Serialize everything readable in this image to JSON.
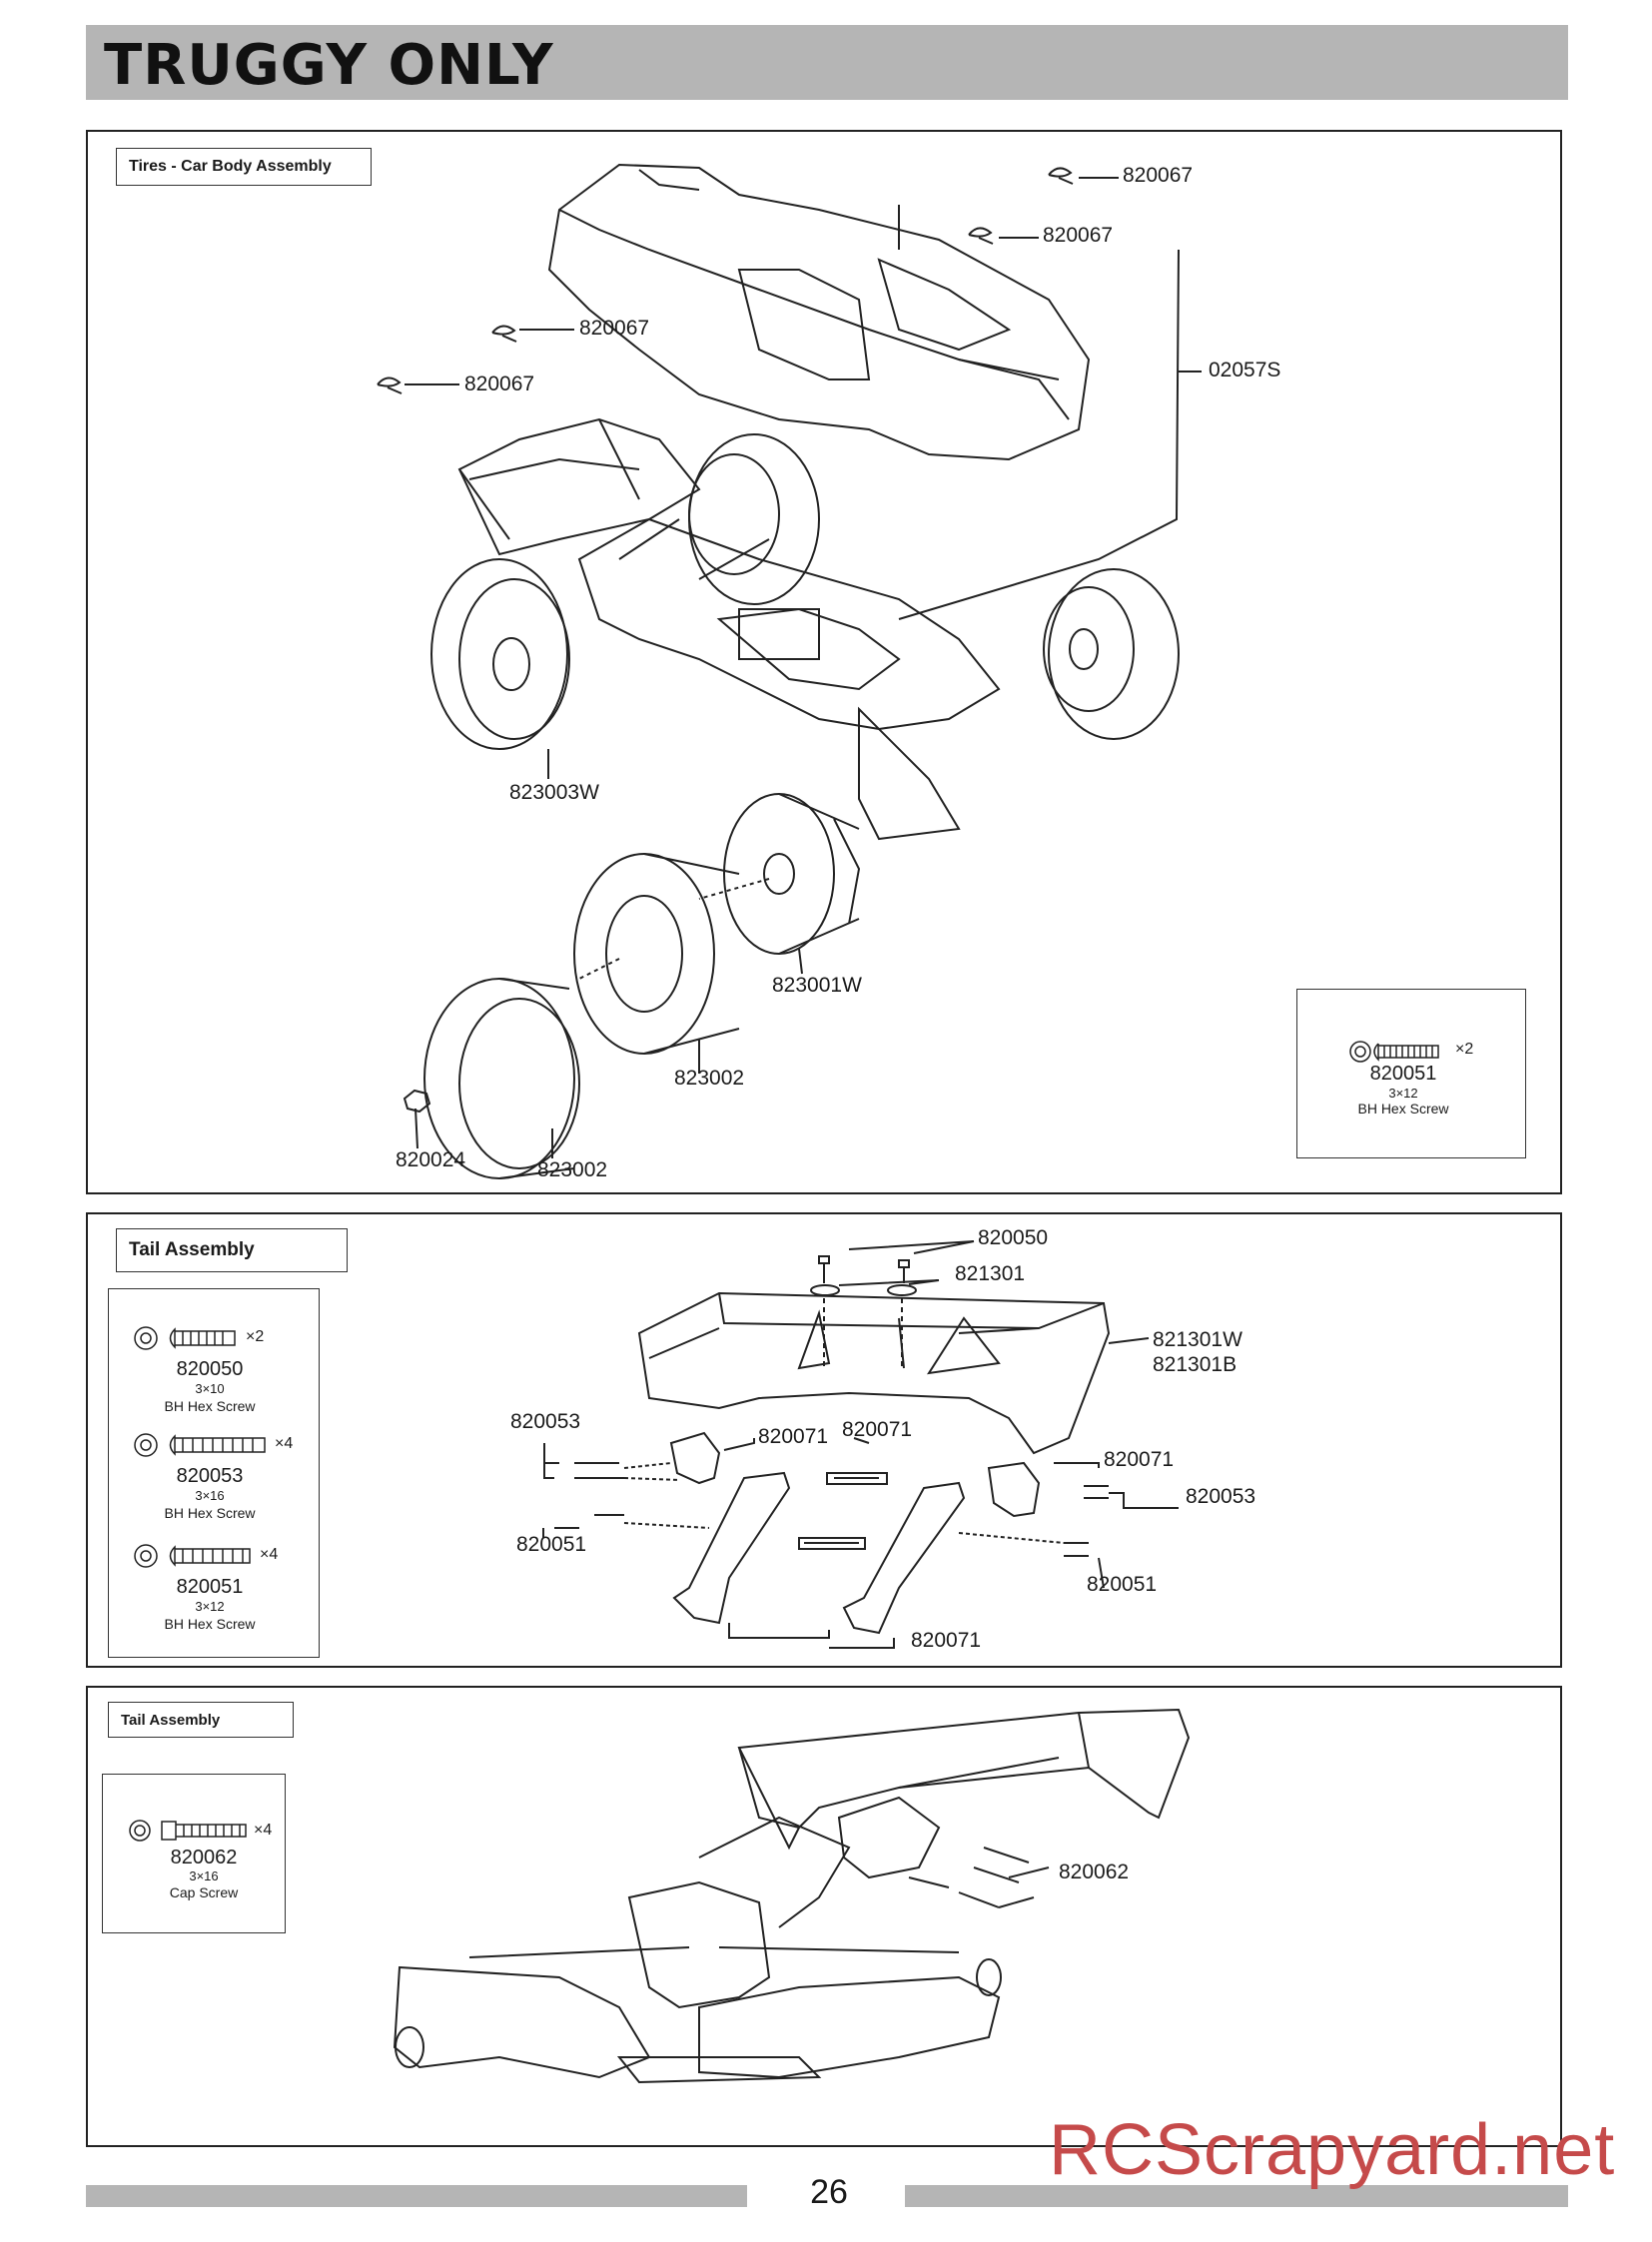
{
  "header": {
    "title": "TRUGGY ONLY"
  },
  "panel1": {
    "label": "Tires - Car Body Assembly",
    "parts": {
      "clip_a": "820067",
      "clip_b": "820067",
      "clip_c": "820067",
      "clip_d": "820067",
      "antenna": "02057S",
      "wheel_assembly": "823003W",
      "rim": "823001W",
      "insert": "823002",
      "tire": "823002",
      "nut": "820024"
    },
    "hardware": [
      {
        "code": "820051",
        "size": "3×12",
        "desc": "BH Hex Screw",
        "qty": "×2"
      }
    ]
  },
  "panel2": {
    "label": "Tail Assembly",
    "parts": {
      "screw_top": "820050",
      "washer": "821301",
      "wing_w": "821301W",
      "wing_b": "821301B",
      "screw_left": "820053",
      "mount_left": "820071",
      "mount_mid": "820071",
      "mount_right": "820071",
      "screw_right": "820053",
      "screw_lower_left": "820051",
      "screw_lower_right": "820051",
      "struts": "820071"
    },
    "hardware": [
      {
        "code": "820050",
        "size": "3×10",
        "desc": "BH Hex Screw",
        "qty": "×2"
      },
      {
        "code": "820053",
        "size": "3×16",
        "desc": "BH Hex Screw",
        "qty": "×4"
      },
      {
        "code": "820051",
        "size": "3×12",
        "desc": "BH Hex Screw",
        "qty": "×4"
      }
    ]
  },
  "panel3": {
    "label": "Tail Assembly",
    "parts": {
      "cap_screw": "820062"
    },
    "hardware": [
      {
        "code": "820062",
        "size": "3×16",
        "desc": "Cap Screw",
        "qty": "×4"
      }
    ]
  },
  "footer": {
    "page_number": "26",
    "watermark": "RCScrapyard.net"
  }
}
